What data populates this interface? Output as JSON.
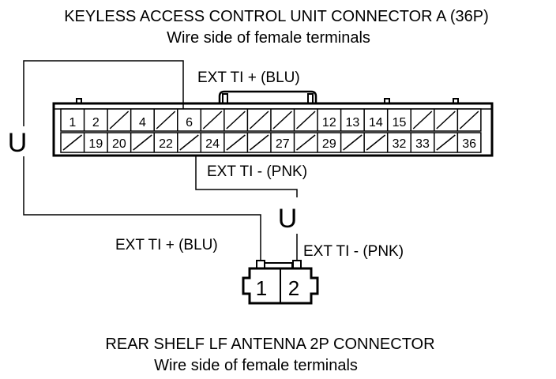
{
  "title": {
    "line1": "KEYLESS ACCESS CONTROL UNIT CONNECTOR A (36P)",
    "line2": "Wire side of female terminals"
  },
  "connector_a": {
    "top_row": [
      "1",
      "2",
      "",
      "4",
      "",
      "6",
      "",
      "",
      "",
      "",
      "",
      "12",
      "13",
      "14",
      "15",
      "",
      "",
      ""
    ],
    "bottom_row": [
      "",
      "19",
      "20",
      "",
      "22",
      "",
      "24",
      "",
      "",
      "27",
      "",
      "29",
      "",
      "",
      "32",
      "33",
      "",
      "36"
    ]
  },
  "labels": {
    "ext_ti_plus_top": "EXT TI +  (BLU)",
    "ext_ti_minus_mid": "EXT TI -  (PNK)",
    "ext_ti_plus_bottom": "EXT TI +  (BLU)",
    "ext_ti_minus_bottom": "EXT TI -  (PNK)"
  },
  "twist_symbol": "U",
  "connector_b": {
    "pins": [
      "1",
      "2"
    ]
  },
  "footer": {
    "line1": "REAR SHELF LF ANTENNA 2P CONNECTOR",
    "line2": "Wire side of female terminals"
  }
}
